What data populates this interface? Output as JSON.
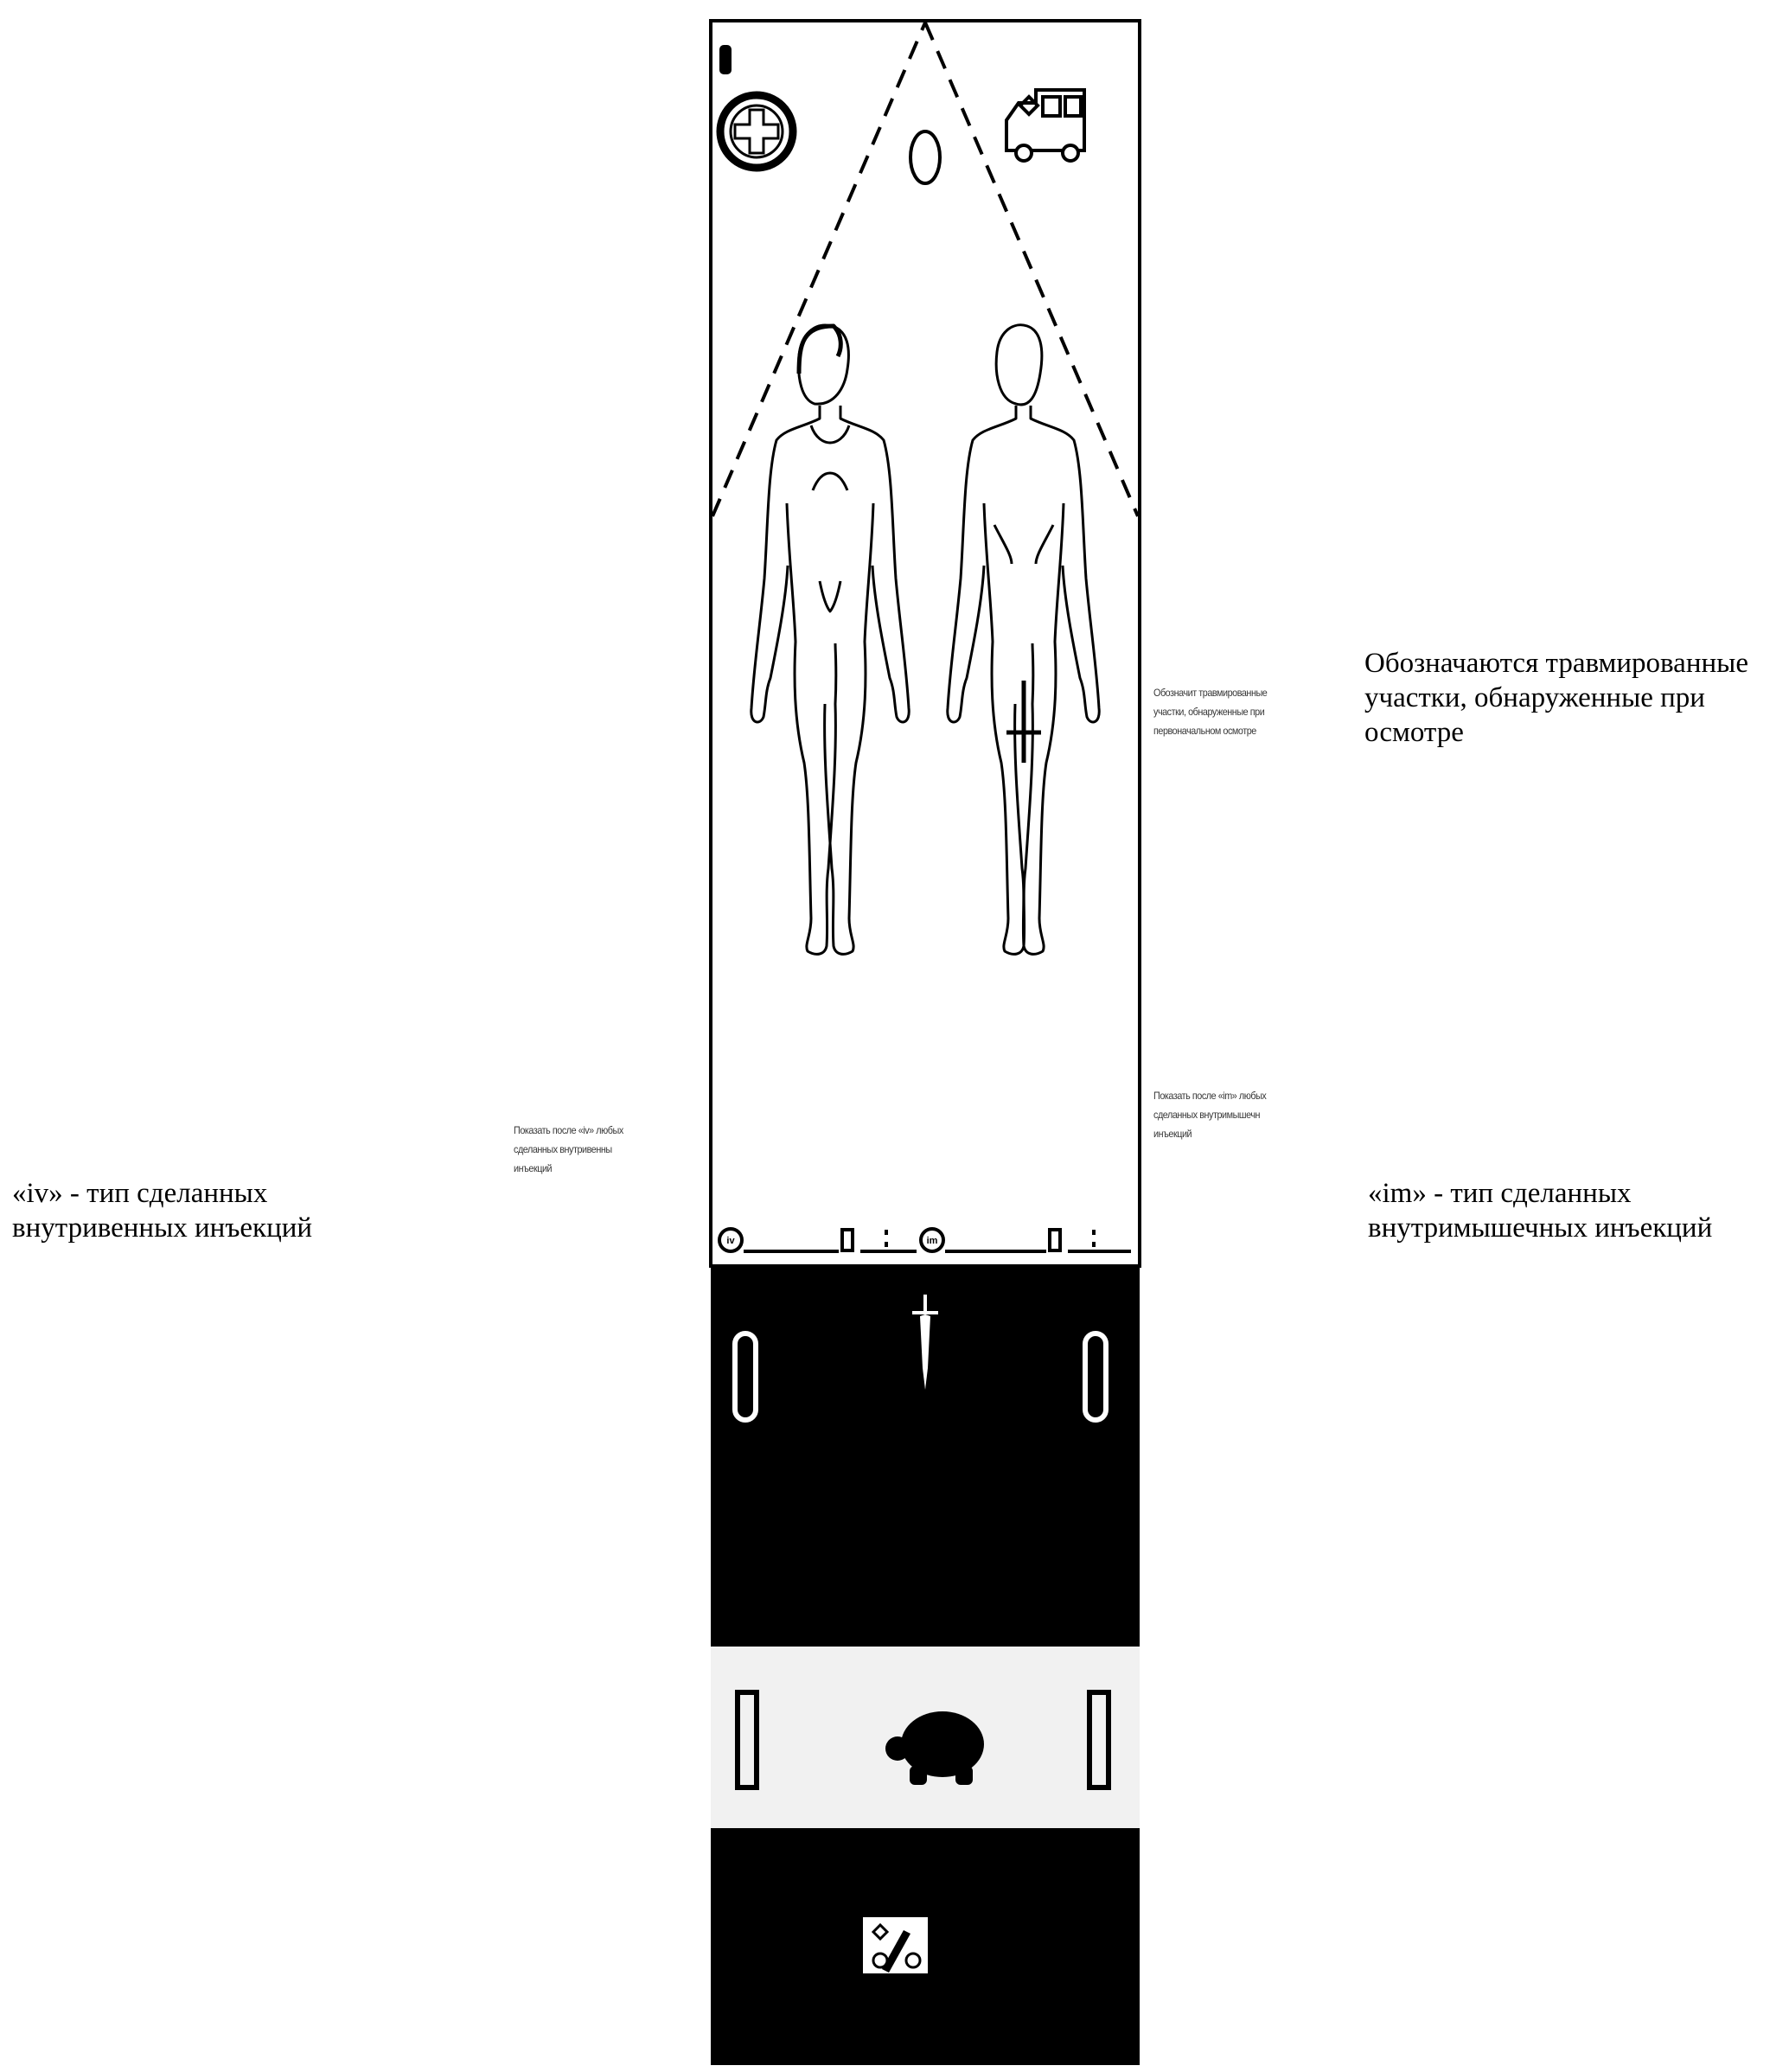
{
  "annotations": {
    "injuries": [
      "Обозначаются травмированные",
      "участки, обнаруженные при",
      "осмотре"
    ],
    "iv": [
      "«iv» - тип сделанных",
      "внутривенных инъекций"
    ],
    "im": [
      "«im» - тип сделанных",
      "внутримышечных инъекций"
    ]
  },
  "card_labels": {
    "injuries_small": [
      "Обозначит травмированные",
      "участки, обнаруженные при",
      "первоначальном осмотре"
    ],
    "iv_small": [
      "Показать после «iv» любых",
      "сделанных внутривенны",
      "инъекций"
    ],
    "im_small": [
      "Показать после «im» любых",
      "сделанных внутримышечн",
      "инъекций"
    ]
  },
  "card": {
    "iv_badge": "iv",
    "im_badge": "im",
    "colors": {
      "stroke": "#000000",
      "white_section": "#ffffff",
      "black_section": "#000000",
      "grey_section": "#f1f1f1"
    },
    "icons": [
      "red-cross-icon",
      "ambulance-icon",
      "human-front-icon",
      "human-back-icon",
      "dagger-icon",
      "turtle-icon",
      "stretcher-icon"
    ]
  }
}
